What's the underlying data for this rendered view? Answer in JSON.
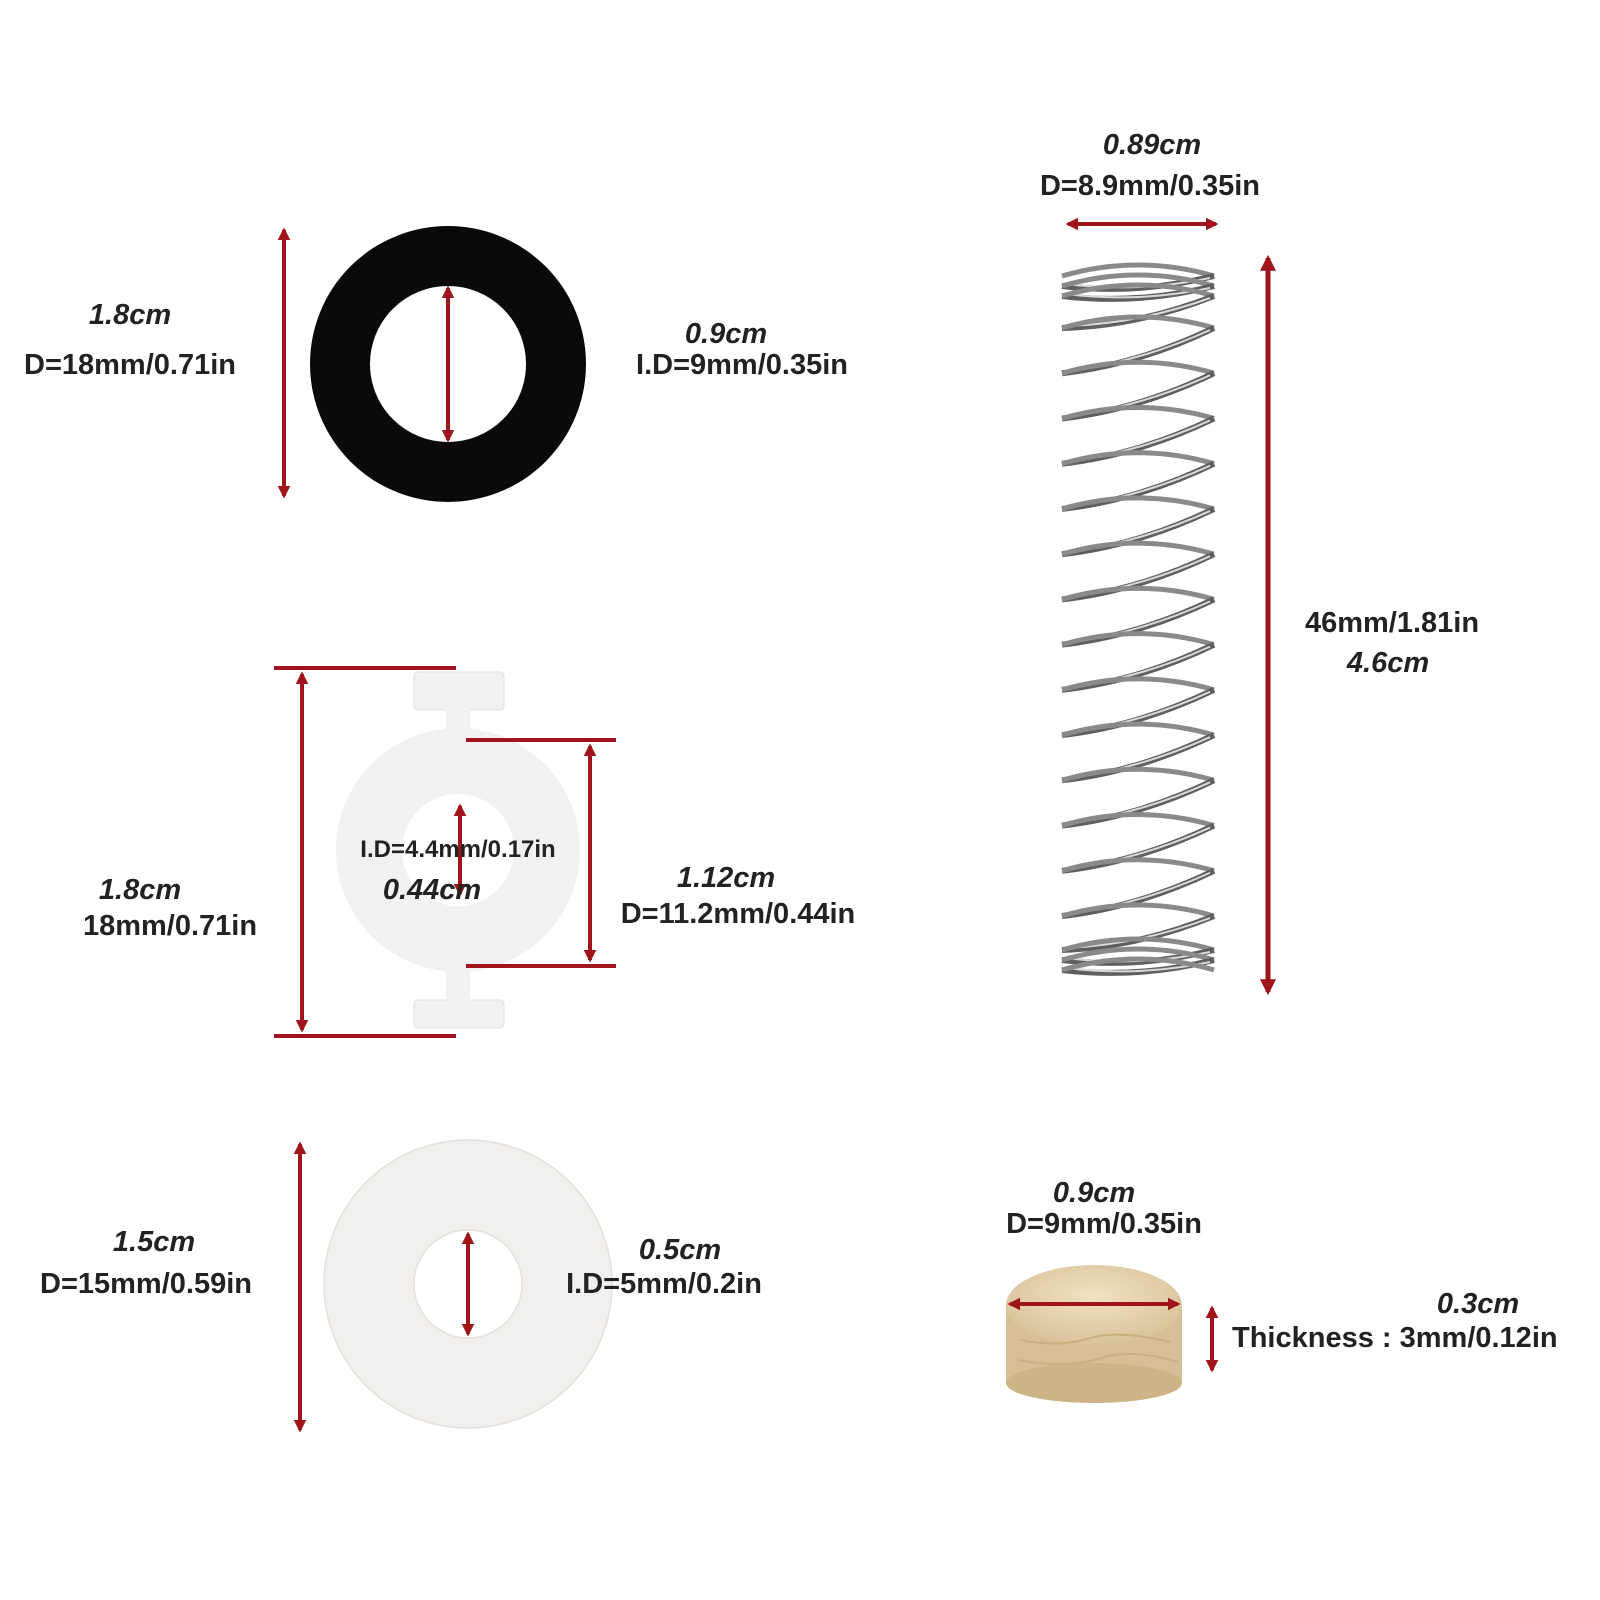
{
  "colors": {
    "dimension_arrow": "#a1141c",
    "label_text": "#222222",
    "background": "#ffffff"
  },
  "parts": {
    "black_felt_washer": {
      "outer_cm": "1.8cm",
      "outer_spec": "D=18mm/0.71in",
      "inner_cm": "0.9cm",
      "inner_spec": "I.D=9mm/0.35in"
    },
    "plastic_washer": {
      "height_cm": "1.8cm",
      "height_spec": "18mm/0.71in",
      "inner_spec": "I.D=4.4mm/0.17in",
      "inner_cm": "0.44cm",
      "outer_cm": "1.12cm",
      "outer_spec": "D=11.2mm/0.44in"
    },
    "white_felt_washer": {
      "outer_cm": "1.5cm",
      "outer_spec": "D=15mm/0.59in",
      "inner_cm": "0.5cm",
      "inner_spec": "I.D=5mm/0.2in"
    },
    "spring": {
      "diameter_cm": "0.89cm",
      "diameter_spec": "D=8.9mm/0.35in",
      "length_spec": "46mm/1.81in",
      "length_cm": "4.6cm"
    },
    "felt_pad": {
      "diameter_cm": "0.9cm",
      "diameter_spec": "D=9mm/0.35in",
      "thickness_cm": "0.3cm",
      "thickness_spec": "Thickness : 3mm/0.12in"
    }
  }
}
